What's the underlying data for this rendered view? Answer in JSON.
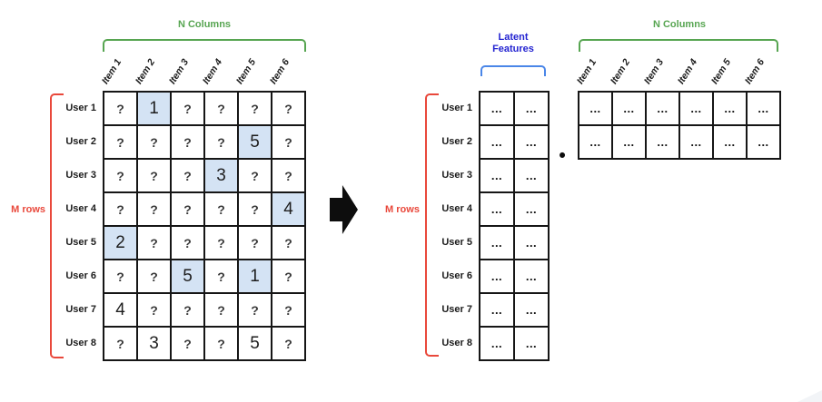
{
  "colors": {
    "green": "#57a551",
    "red": "#e9483b",
    "blue_text": "#2323d1",
    "blue_bracket": "#4a86e8",
    "cell_highlight": "#d4e3f4"
  },
  "ratings_matrix": {
    "n_columns_label": "N Columns",
    "m_rows_label": "M rows",
    "column_headers": [
      "Item 1",
      "Item 2",
      "Item 3",
      "Item 4",
      "Item 5",
      "Item 6"
    ],
    "row_headers": [
      "User 1",
      "User 2",
      "User 3",
      "User 4",
      "User 5",
      "User 6",
      "User 7",
      "User 8"
    ],
    "cells": [
      [
        "?",
        "1",
        "?",
        "?",
        "?",
        "?"
      ],
      [
        "?",
        "?",
        "?",
        "?",
        "5",
        "?"
      ],
      [
        "?",
        "?",
        "?",
        "3",
        "?",
        "?"
      ],
      [
        "?",
        "?",
        "?",
        "?",
        "?",
        "4"
      ],
      [
        "2",
        "?",
        "?",
        "?",
        "?",
        "?"
      ],
      [
        "?",
        "?",
        "5",
        "?",
        "1",
        "?"
      ],
      [
        "4",
        "?",
        "?",
        "?",
        "?",
        "?"
      ],
      [
        "?",
        "3",
        "?",
        "?",
        "5",
        "?"
      ]
    ],
    "highlighted_cells": [
      [
        0,
        1
      ],
      [
        1,
        4
      ],
      [
        2,
        3
      ],
      [
        3,
        5
      ],
      [
        4,
        0
      ],
      [
        5,
        2
      ],
      [
        5,
        4
      ]
    ]
  },
  "user_factor_matrix": {
    "latent_features_label": "Latent Features",
    "m_rows_label": "M rows",
    "row_headers": [
      "User 1",
      "User 2",
      "User 3",
      "User 4",
      "User 5",
      "User 6",
      "User 7",
      "User 8"
    ],
    "columns": 2,
    "cell_text": "..."
  },
  "operator": {
    "multiply_symbol": "•"
  },
  "item_factor_matrix": {
    "n_columns_label": "N Columns",
    "column_headers": [
      "Item 1",
      "Item 2",
      "Item 3",
      "Item 4",
      "Item 5",
      "Item 6"
    ],
    "rows": 2,
    "cell_text": "..."
  }
}
